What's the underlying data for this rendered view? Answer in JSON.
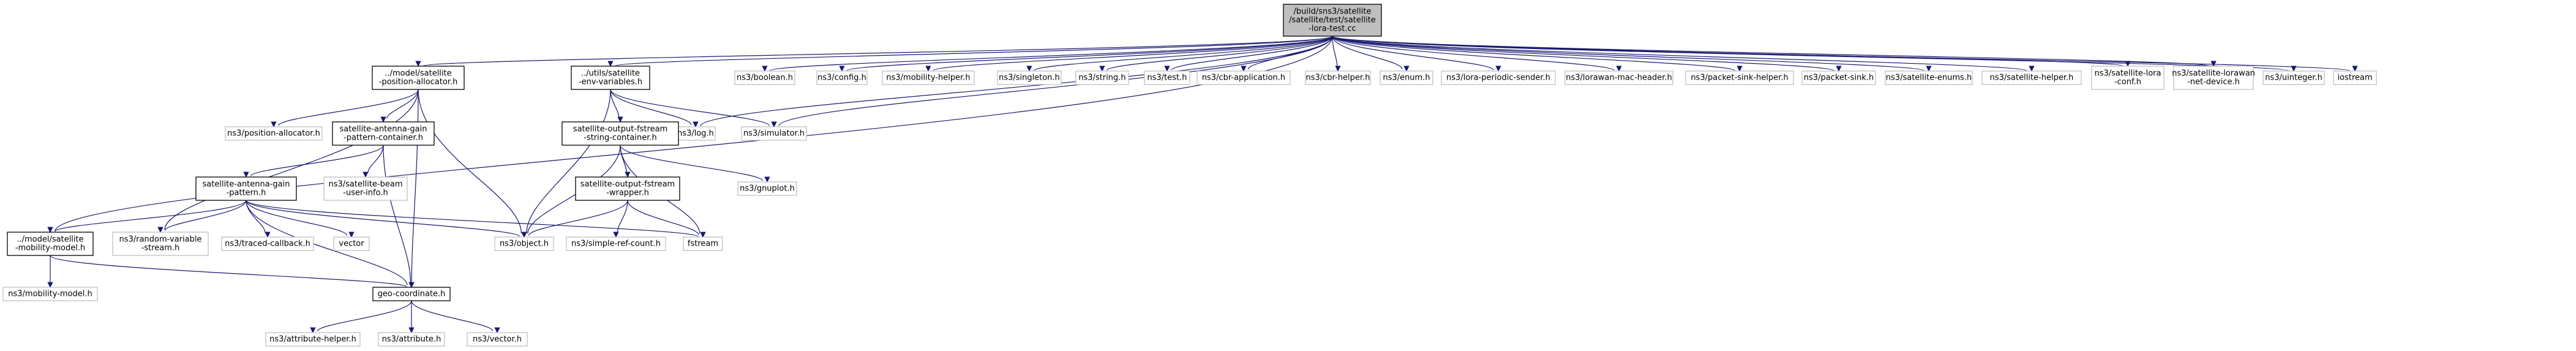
{
  "graph": {
    "colors": {
      "edge": "#191970",
      "root_fill": "#bfbfbf",
      "boxed_border": "#000000",
      "plain_border": "#bfbfbf",
      "text": "#000000"
    },
    "nodes": [
      {
        "id": "root",
        "label": [
          "/build/sns3/satellite",
          "/satellite/test/satellite",
          "-lora-test.cc"
        ],
        "style": "root"
      },
      {
        "id": "pos_alloc",
        "label": [
          "../model/satellite",
          "-position-allocator.h"
        ],
        "style": "boxed"
      },
      {
        "id": "env_vars",
        "label": [
          "../utils/satellite",
          "-env-variables.h"
        ],
        "style": "boxed"
      },
      {
        "id": "log",
        "label": [
          "ns3/log.h"
        ],
        "style": "plain"
      },
      {
        "id": "simulator",
        "label": [
          "ns3/simulator.h"
        ],
        "style": "plain"
      },
      {
        "id": "boolean",
        "label": [
          "ns3/boolean.h"
        ],
        "style": "plain"
      },
      {
        "id": "config",
        "label": [
          "ns3/config.h"
        ],
        "style": "plain"
      },
      {
        "id": "mobility_helper",
        "label": [
          "ns3/mobility-helper.h"
        ],
        "style": "plain"
      },
      {
        "id": "singleton",
        "label": [
          "ns3/singleton.h"
        ],
        "style": "plain"
      },
      {
        "id": "string",
        "label": [
          "ns3/string.h"
        ],
        "style": "plain"
      },
      {
        "id": "test",
        "label": [
          "ns3/test.h"
        ],
        "style": "plain"
      },
      {
        "id": "cbr_app",
        "label": [
          "ns3/cbr-application.h"
        ],
        "style": "plain"
      },
      {
        "id": "cbr_helper",
        "label": [
          "ns3/cbr-helper.h"
        ],
        "style": "plain"
      },
      {
        "id": "enum",
        "label": [
          "ns3/enum.h"
        ],
        "style": "plain"
      },
      {
        "id": "lora_periodic",
        "label": [
          "ns3/lora-periodic-sender.h"
        ],
        "style": "plain"
      },
      {
        "id": "lorawan_mac_header",
        "label": [
          "ns3/lorawan-mac-header.h"
        ],
        "style": "plain"
      },
      {
        "id": "packet_sink_helper",
        "label": [
          "ns3/packet-sink-helper.h"
        ],
        "style": "plain"
      },
      {
        "id": "packet_sink",
        "label": [
          "ns3/packet-sink.h"
        ],
        "style": "plain"
      },
      {
        "id": "sat_enums",
        "label": [
          "ns3/satellite-enums.h"
        ],
        "style": "plain"
      },
      {
        "id": "sat_helper",
        "label": [
          "ns3/satellite-helper.h"
        ],
        "style": "plain"
      },
      {
        "id": "sat_lora_conf",
        "label": [
          "ns3/satellite-lora",
          "-conf.h"
        ],
        "style": "plain"
      },
      {
        "id": "sat_lorawan_net",
        "label": [
          "ns3/satellite-lorawan",
          "-net-device.h"
        ],
        "style": "plain"
      },
      {
        "id": "uinteger",
        "label": [
          "ns3/uinteger.h"
        ],
        "style": "plain"
      },
      {
        "id": "iostream",
        "label": [
          "iostream"
        ],
        "style": "plain"
      },
      {
        "id": "gain_container",
        "label": [
          "satellite-antenna-gain",
          "-pattern-container.h"
        ],
        "style": "boxed"
      },
      {
        "id": "position_allocator",
        "label": [
          "ns3/position-allocator.h"
        ],
        "style": "plain"
      },
      {
        "id": "fstream_container",
        "label": [
          "satellite-output-fstream",
          "-string-container.h"
        ],
        "style": "boxed"
      },
      {
        "id": "gain_pattern",
        "label": [
          "satellite-antenna-gain",
          "-pattern.h"
        ],
        "style": "boxed"
      },
      {
        "id": "beam_user_info",
        "label": [
          "ns3/satellite-beam",
          "-user-info.h"
        ],
        "style": "plain"
      },
      {
        "id": "fstream_wrapper",
        "label": [
          "satellite-output-fstream",
          "-wrapper.h"
        ],
        "style": "boxed"
      },
      {
        "id": "gnuplot",
        "label": [
          "ns3/gnuplot.h"
        ],
        "style": "plain"
      },
      {
        "id": "mobility_model_sat",
        "label": [
          "../model/satellite",
          "-mobility-model.h"
        ],
        "style": "boxed"
      },
      {
        "id": "random_var",
        "label": [
          "ns3/random-variable",
          "-stream.h"
        ],
        "style": "plain"
      },
      {
        "id": "traced_callback",
        "label": [
          "ns3/traced-callback.h"
        ],
        "style": "plain"
      },
      {
        "id": "vector",
        "label": [
          "vector"
        ],
        "style": "plain"
      },
      {
        "id": "object",
        "label": [
          "ns3/object.h"
        ],
        "style": "plain"
      },
      {
        "id": "simple_ref_count",
        "label": [
          "ns3/simple-ref-count.h"
        ],
        "style": "plain"
      },
      {
        "id": "fstream",
        "label": [
          "fstream"
        ],
        "style": "plain"
      },
      {
        "id": "mobility_model",
        "label": [
          "ns3/mobility-model.h"
        ],
        "style": "plain"
      },
      {
        "id": "geo_coord",
        "label": [
          "geo-coordinate.h"
        ],
        "style": "boxed"
      },
      {
        "id": "attribute_helper",
        "label": [
          "ns3/attribute-helper.h"
        ],
        "style": "plain"
      },
      {
        "id": "attribute",
        "label": [
          "ns3/attribute.h"
        ],
        "style": "plain"
      },
      {
        "id": "ns3_vector",
        "label": [
          "ns3/vector.h"
        ],
        "style": "plain"
      }
    ],
    "edges": [
      [
        "root",
        "pos_alloc"
      ],
      [
        "root",
        "env_vars"
      ],
      [
        "root",
        "log"
      ],
      [
        "root",
        "simulator"
      ],
      [
        "root",
        "boolean"
      ],
      [
        "root",
        "config"
      ],
      [
        "root",
        "mobility_helper"
      ],
      [
        "root",
        "singleton"
      ],
      [
        "root",
        "string"
      ],
      [
        "root",
        "test"
      ],
      [
        "root",
        "cbr_app"
      ],
      [
        "root",
        "cbr_helper"
      ],
      [
        "root",
        "enum"
      ],
      [
        "root",
        "lora_periodic"
      ],
      [
        "root",
        "lorawan_mac_header"
      ],
      [
        "root",
        "packet_sink_helper"
      ],
      [
        "root",
        "packet_sink"
      ],
      [
        "root",
        "sat_enums"
      ],
      [
        "root",
        "sat_helper"
      ],
      [
        "root",
        "sat_lora_conf"
      ],
      [
        "root",
        "sat_lorawan_net"
      ],
      [
        "root",
        "uinteger"
      ],
      [
        "root",
        "iostream"
      ],
      [
        "root",
        "mobility_model_sat"
      ],
      [
        "pos_alloc",
        "gain_container"
      ],
      [
        "pos_alloc",
        "position_allocator"
      ],
      [
        "pos_alloc",
        "random_var"
      ],
      [
        "pos_alloc",
        "object"
      ],
      [
        "pos_alloc",
        "geo_coord"
      ],
      [
        "env_vars",
        "fstream_container"
      ],
      [
        "env_vars",
        "log"
      ],
      [
        "env_vars",
        "simulator"
      ],
      [
        "env_vars",
        "object"
      ],
      [
        "gain_container",
        "gain_pattern"
      ],
      [
        "gain_container",
        "beam_user_info"
      ],
      [
        "gain_container",
        "geo_coord"
      ],
      [
        "fstream_container",
        "fstream_wrapper"
      ],
      [
        "fstream_container",
        "gnuplot"
      ],
      [
        "fstream_container",
        "object"
      ],
      [
        "fstream_container",
        "fstream"
      ],
      [
        "gain_pattern",
        "mobility_model_sat"
      ],
      [
        "gain_pattern",
        "random_var"
      ],
      [
        "gain_pattern",
        "traced_callback"
      ],
      [
        "gain_pattern",
        "vector"
      ],
      [
        "gain_pattern",
        "object"
      ],
      [
        "gain_pattern",
        "fstream"
      ],
      [
        "gain_pattern",
        "geo_coord"
      ],
      [
        "fstream_wrapper",
        "object"
      ],
      [
        "fstream_wrapper",
        "simple_ref_count"
      ],
      [
        "fstream_wrapper",
        "fstream"
      ],
      [
        "mobility_model_sat",
        "mobility_model"
      ],
      [
        "mobility_model_sat",
        "geo_coord"
      ],
      [
        "geo_coord",
        "attribute_helper"
      ],
      [
        "geo_coord",
        "attribute"
      ],
      [
        "geo_coord",
        "ns3_vector"
      ]
    ]
  }
}
